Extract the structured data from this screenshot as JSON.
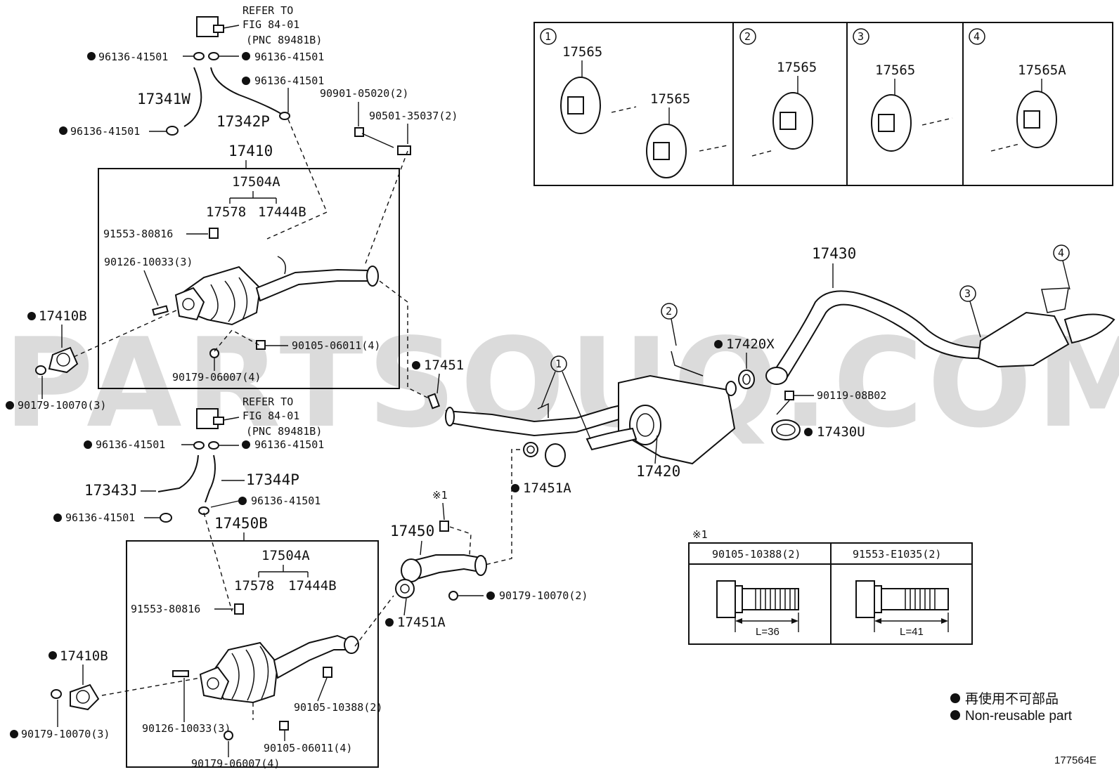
{
  "watermark": "PARTSOUQ.COM",
  "figure_code": "177564E",
  "legend": {
    "japanese": "再使用不可部品",
    "english": "Non-reusable part"
  },
  "refer": {
    "line1": "REFER TO",
    "line2": "FIG 84-01",
    "line3": "(PNC 89481B)"
  },
  "insulator_panels": [
    {
      "marker": "1",
      "labels": [
        "17565",
        "17565"
      ]
    },
    {
      "marker": "2",
      "labels": [
        "17565"
      ]
    },
    {
      "marker": "3",
      "labels": [
        "17565"
      ]
    },
    {
      "marker": "4",
      "labels": [
        "17565A"
      ]
    }
  ],
  "bolt_table": {
    "note_mark": "※1",
    "columns": [
      {
        "part": "90105-10388(2)",
        "length": "L=36"
      },
      {
        "part": "91553-E1035(2)",
        "length": "L=41"
      }
    ]
  },
  "parts": {
    "p96136": "96136-41501",
    "p17341W": "17341W",
    "p17342P": "17342P",
    "p90901": "90901-05020(2)",
    "p90501": "90501-35037(2)",
    "p17410": "17410",
    "p17504A": "17504A",
    "p17578": "17578",
    "p17444B": "17444B",
    "p91553": "91553-80816",
    "p90126": "90126-10033(3)",
    "p17410B": "17410B",
    "p90105_06011": "90105-06011(4)",
    "p90179_06007": "90179-06007(4)",
    "p90179_10070_3": "90179-10070(3)",
    "p17451": "17451",
    "p17343J": "17343J",
    "p17344P": "17344P",
    "p17450B": "17450B",
    "p17450": "17450",
    "p17451A": "17451A",
    "p90179_10070_2": "90179-10070(2)",
    "p90105_10388": "90105-10388(2)",
    "p17420": "17420",
    "p17420X": "17420X",
    "p90119": "90119-08B02",
    "p17430U": "17430U",
    "p17430": "17430",
    "note1": "※1"
  },
  "callouts": [
    "1",
    "2",
    "3",
    "4"
  ]
}
